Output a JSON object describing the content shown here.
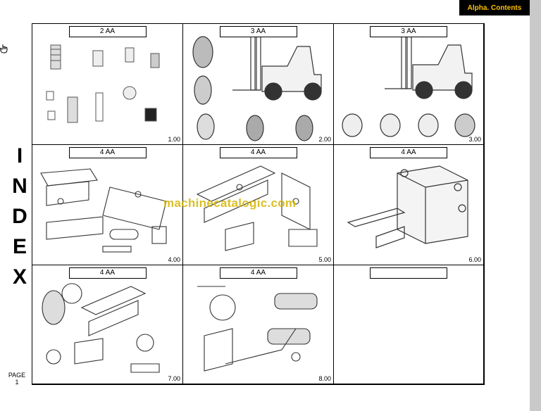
{
  "nav": {
    "alpha_contents": "Alpha. Contents"
  },
  "index_letters": [
    "I",
    "N",
    "D",
    "E",
    "X"
  ],
  "page": {
    "label": "PAGE",
    "number": "1"
  },
  "watermark": "machinecatalogic.com",
  "cells": [
    {
      "label": "2 AA",
      "number": "1.00"
    },
    {
      "label": "3 AA",
      "number": "2.00"
    },
    {
      "label": "3 AA",
      "number": "3.00"
    },
    {
      "label": "4 AA",
      "number": "4.00"
    },
    {
      "label": "4 AA",
      "number": "5.00"
    },
    {
      "label": "4 AA",
      "number": "6.00"
    },
    {
      "label": "4 AA",
      "number": "7.00"
    },
    {
      "label": "4 AA",
      "number": "8.00"
    },
    {
      "label": "",
      "number": ""
    }
  ]
}
